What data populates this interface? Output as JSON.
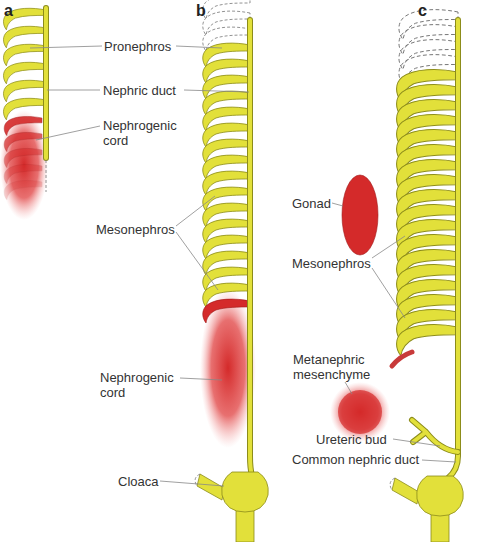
{
  "diagram": {
    "labels": [
      "a",
      "b",
      "c",
      "Pronephros",
      "Nephric duct",
      "Nephrogenic cord",
      "Mesonephros",
      "Nephrogenic cord",
      "Cloaca",
      "Gonad",
      "Mesonephros",
      "Metanephric mesenchyme",
      "Ureteric bud",
      "Common nephric duct"
    ]
  }
}
